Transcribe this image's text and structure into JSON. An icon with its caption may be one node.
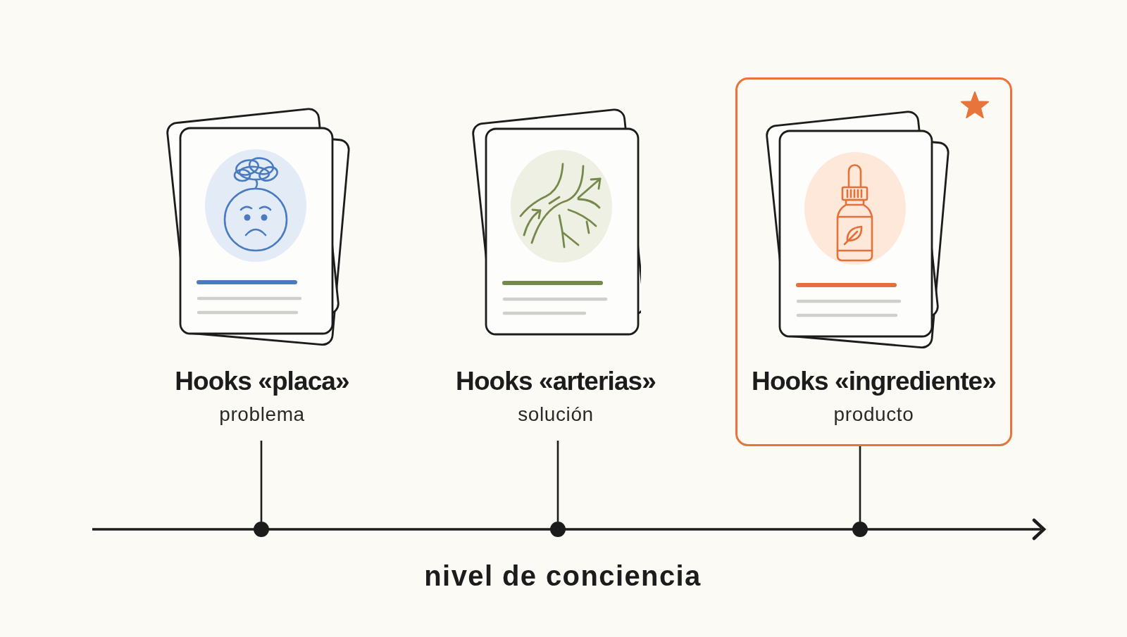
{
  "diagram": {
    "nodes": [
      {
        "text": [
          "Hooks «placa»",
          "problema"
        ]
      },
      {
        "text": [
          "Hooks «arterias»",
          "solución"
        ]
      },
      {
        "text": [
          "Hooks «ingrediente»",
          "producto"
        ]
      },
      {
        "text": [],
        "shape": "circle"
      },
      {
        "text": [],
        "shape": "circle"
      },
      {
        "text": [],
        "shape": "circle"
      }
    ],
    "edges": [
      {
        "from": 0,
        "to": 3,
        "arrow": "none"
      },
      {
        "from": 1,
        "to": 4,
        "arrow": "none"
      },
      {
        "from": 2,
        "to": 5,
        "arrow": "none"
      }
    ],
    "labels": [
      "nivel de conciencia"
    ]
  }
}
